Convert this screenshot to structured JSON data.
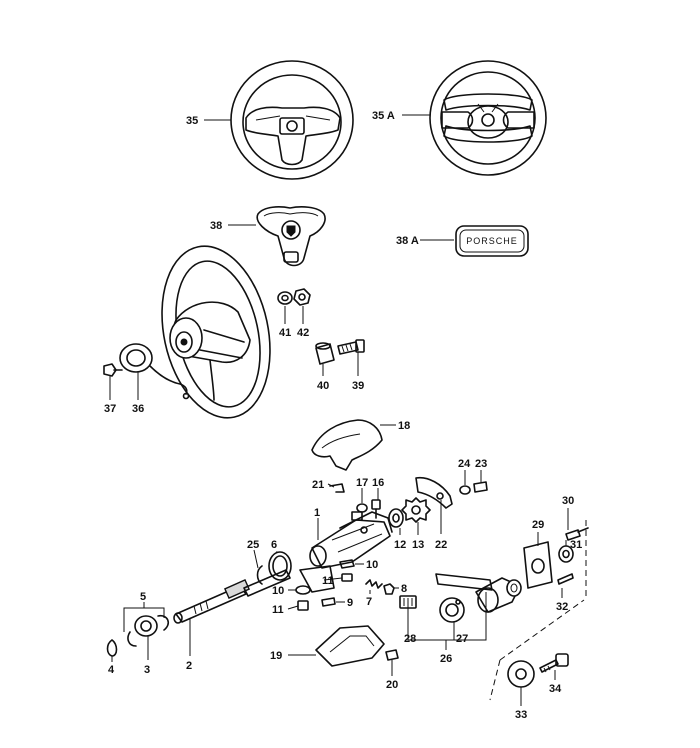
{
  "labels": {
    "p35": "35",
    "p35a": "35 A",
    "p38": "38",
    "p38a": "38 A",
    "p41": "41",
    "p42": "42",
    "p40": "40",
    "p39": "39",
    "p37": "37",
    "p36": "36",
    "p18": "18",
    "p21": "21",
    "p17": "17",
    "p16": "16",
    "p24": "24",
    "p23": "23",
    "p1": "1",
    "p12": "12",
    "p13": "13",
    "p22": "22",
    "p25": "25",
    "p6": "6",
    "p10a": "10",
    "p10b": "10",
    "p11a": "11",
    "p11b": "11",
    "p7": "7",
    "p8": "8",
    "p9": "9",
    "p5": "5",
    "p4": "4",
    "p3": "3",
    "p2": "2",
    "p19": "19",
    "p20": "20",
    "p28": "28",
    "p27": "27",
    "p26": "26",
    "p29": "29",
    "p30": "30",
    "p31": "31",
    "p32": "32",
    "p33": "33",
    "p34": "34"
  },
  "horn_pad_logo": "PORSCHE"
}
